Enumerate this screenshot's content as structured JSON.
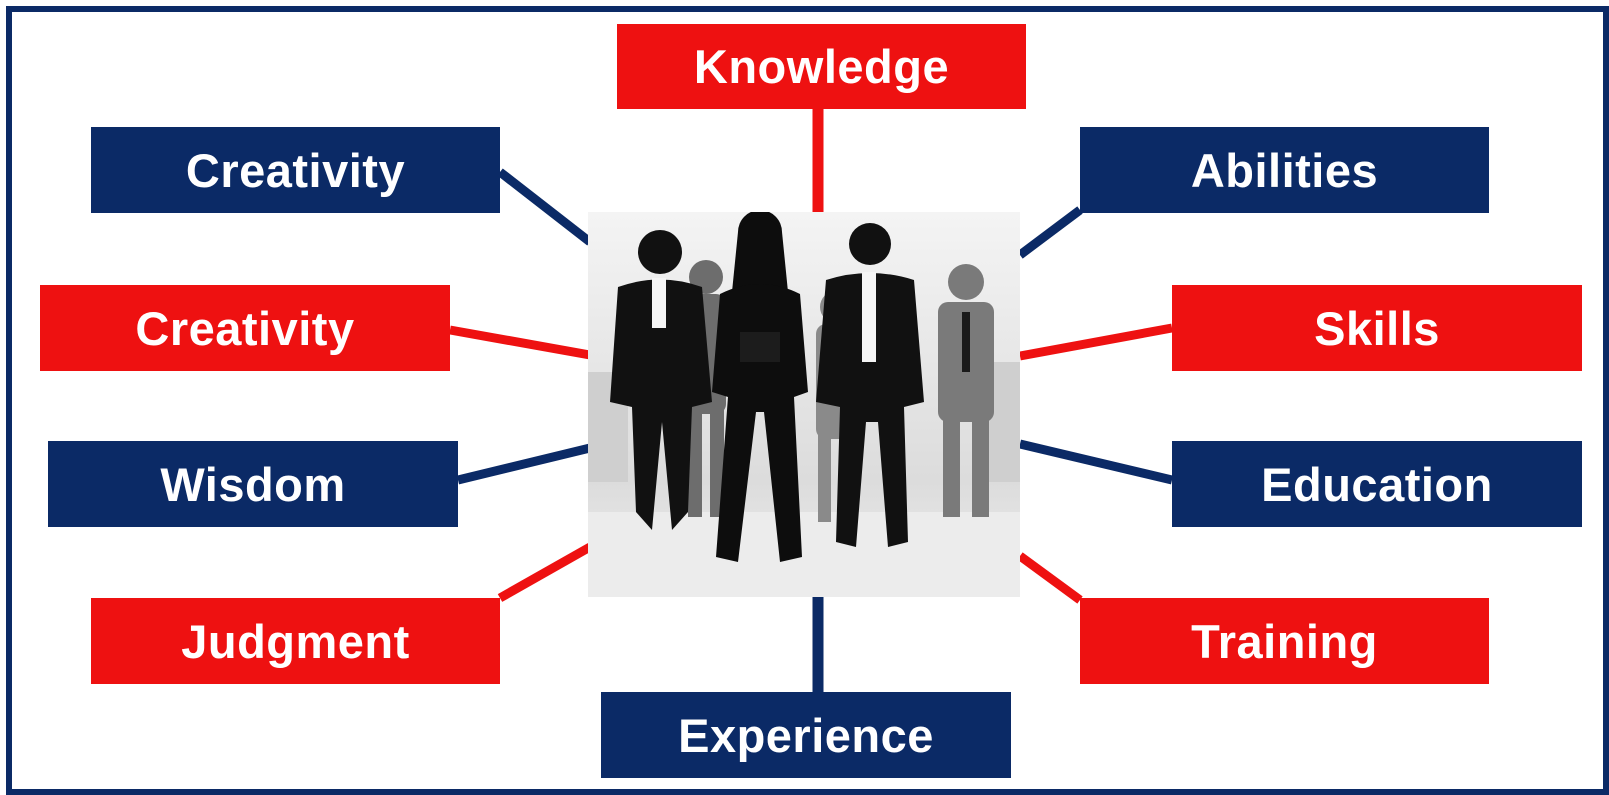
{
  "colors": {
    "navy": "#0b2a66",
    "red": "#ee1111",
    "background": "#ffffff"
  },
  "center_image": {
    "icon": "business-team-silhouette-icon"
  },
  "labels": {
    "knowledge": "Knowledge",
    "creativity_top": "Creativity",
    "abilities": "Abilities",
    "creativity_red": "Creativity",
    "skills": "Skills",
    "wisdom": "Wisdom",
    "education": "Education",
    "judgment": "Judgment",
    "training": "Training",
    "experience": "Experience"
  }
}
